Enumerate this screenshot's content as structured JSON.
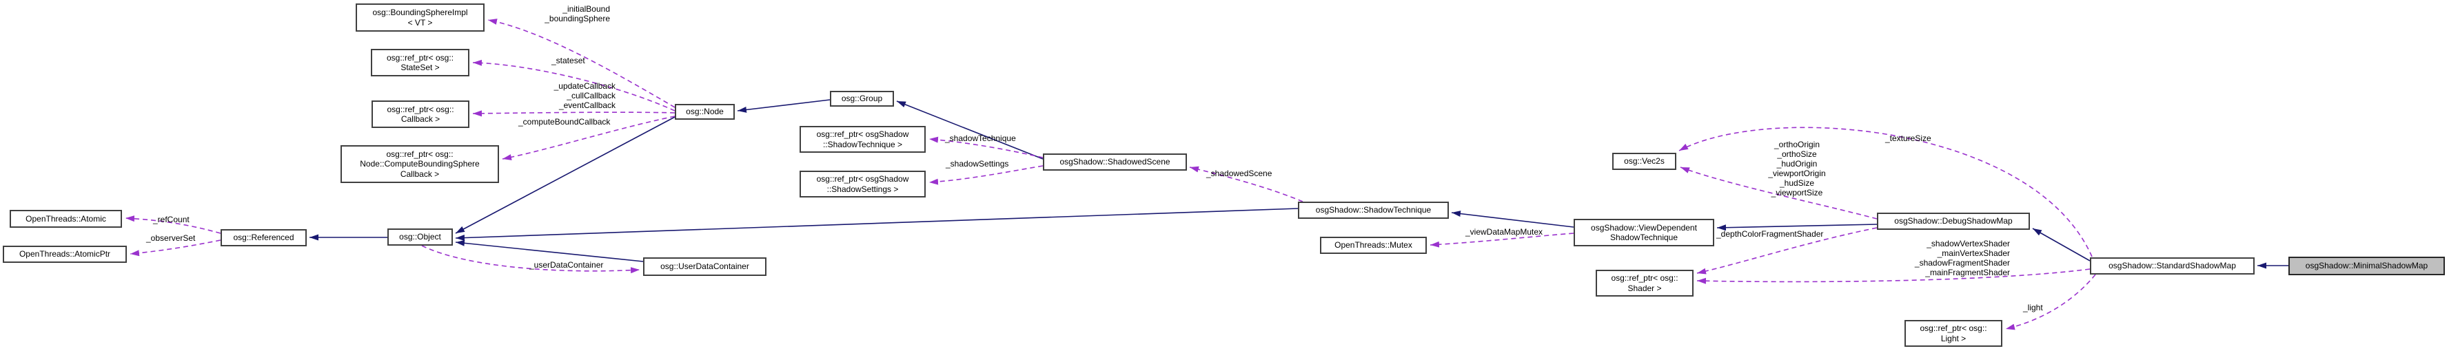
{
  "diagram": {
    "type": "doxygen-collaboration-graph",
    "focus_class": "osgShadow::MinimalShadowMap",
    "colors": {
      "inheritance_edge": "#191970",
      "usage_edge": "#9a32cd",
      "highlight_fill": "#bfbfbf",
      "box_fill": "#ffffff",
      "box_border": "#404040",
      "text": "#000000",
      "background": "#ffffff"
    },
    "nodes": {
      "atomic": {
        "label": "OpenThreads::Atomic"
      },
      "atomic_ptr": {
        "label": "OpenThreads::AtomicPtr"
      },
      "referenced": {
        "label": "osg::Referenced"
      },
      "object": {
        "label": "osg::Object"
      },
      "user_data_container": {
        "label": "osg::UserDataContainer"
      },
      "bounding_sphere_impl": {
        "label": "osg::BoundingSphereImpl\n< VT >"
      },
      "ref_stateset": {
        "label": "osg::ref_ptr< osg::\nStateSet >"
      },
      "ref_callback": {
        "label": "osg::ref_ptr< osg::\nCallback >"
      },
      "ref_compute_bounding_sphere_callback": {
        "label": "osg::ref_ptr< osg::\nNode::ComputeBoundingSphere\nCallback >"
      },
      "node": {
        "label": "osg::Node"
      },
      "group": {
        "label": "osg::Group"
      },
      "ref_shadow_technique": {
        "label": "osg::ref_ptr< osgShadow\n::ShadowTechnique >"
      },
      "ref_shadow_settings": {
        "label": "osg::ref_ptr< osgShadow\n::ShadowSettings >"
      },
      "shadowed_scene": {
        "label": "osgShadow::ShadowedScene"
      },
      "shadow_technique": {
        "label": "osgShadow::ShadowTechnique"
      },
      "mutex": {
        "label": "OpenThreads::Mutex"
      },
      "view_dependent_shadow_technique": {
        "label": "osgShadow::ViewDependent\nShadowTechnique"
      },
      "vec2s": {
        "label": "osg::Vec2s"
      },
      "ref_shader": {
        "label": "osg::ref_ptr< osg::\nShader >"
      },
      "debug_shadow_map": {
        "label": "osgShadow::DebugShadowMap"
      },
      "standard_shadow_map": {
        "label": "osgShadow::StandardShadowMap"
      },
      "minimal_shadow_map": {
        "label": "osgShadow::MinimalShadowMap",
        "highlighted": true
      },
      "ref_light": {
        "label": "osg::ref_ptr< osg::\nLight >"
      }
    },
    "edge_labels": {
      "initial_bound": "_initialBound\n_boundingSphere",
      "stateset": "_stateset",
      "node_callbacks": "_updateCallback\n_cullCallback\n_eventCallback",
      "compute_bound_callback": "_computeBoundCallback",
      "ref_count": "_refCount",
      "observer_set": "_observerSet",
      "user_data_container": "_userDataContainer",
      "shadow_technique": "_shadowTechnique",
      "shadow_settings": "_shadowSettings",
      "shadowed_scene": "_shadowedScene",
      "view_data_map_mutex": "_viewDataMapMutex",
      "vec2s_members": "_orthoOrigin\n_orthoSize\n_hudOrigin\n_viewportOrigin\n_hudSize\n_viewportSize",
      "texture_size": "_textureSize",
      "depth_color_fragment_shader": "_depthColorFragmentShader",
      "shader_members": "_shadowVertexShader\n_mainVertexShader\n_shadowFragmentShader\n_mainFragmentShader",
      "light": "_light"
    }
  }
}
